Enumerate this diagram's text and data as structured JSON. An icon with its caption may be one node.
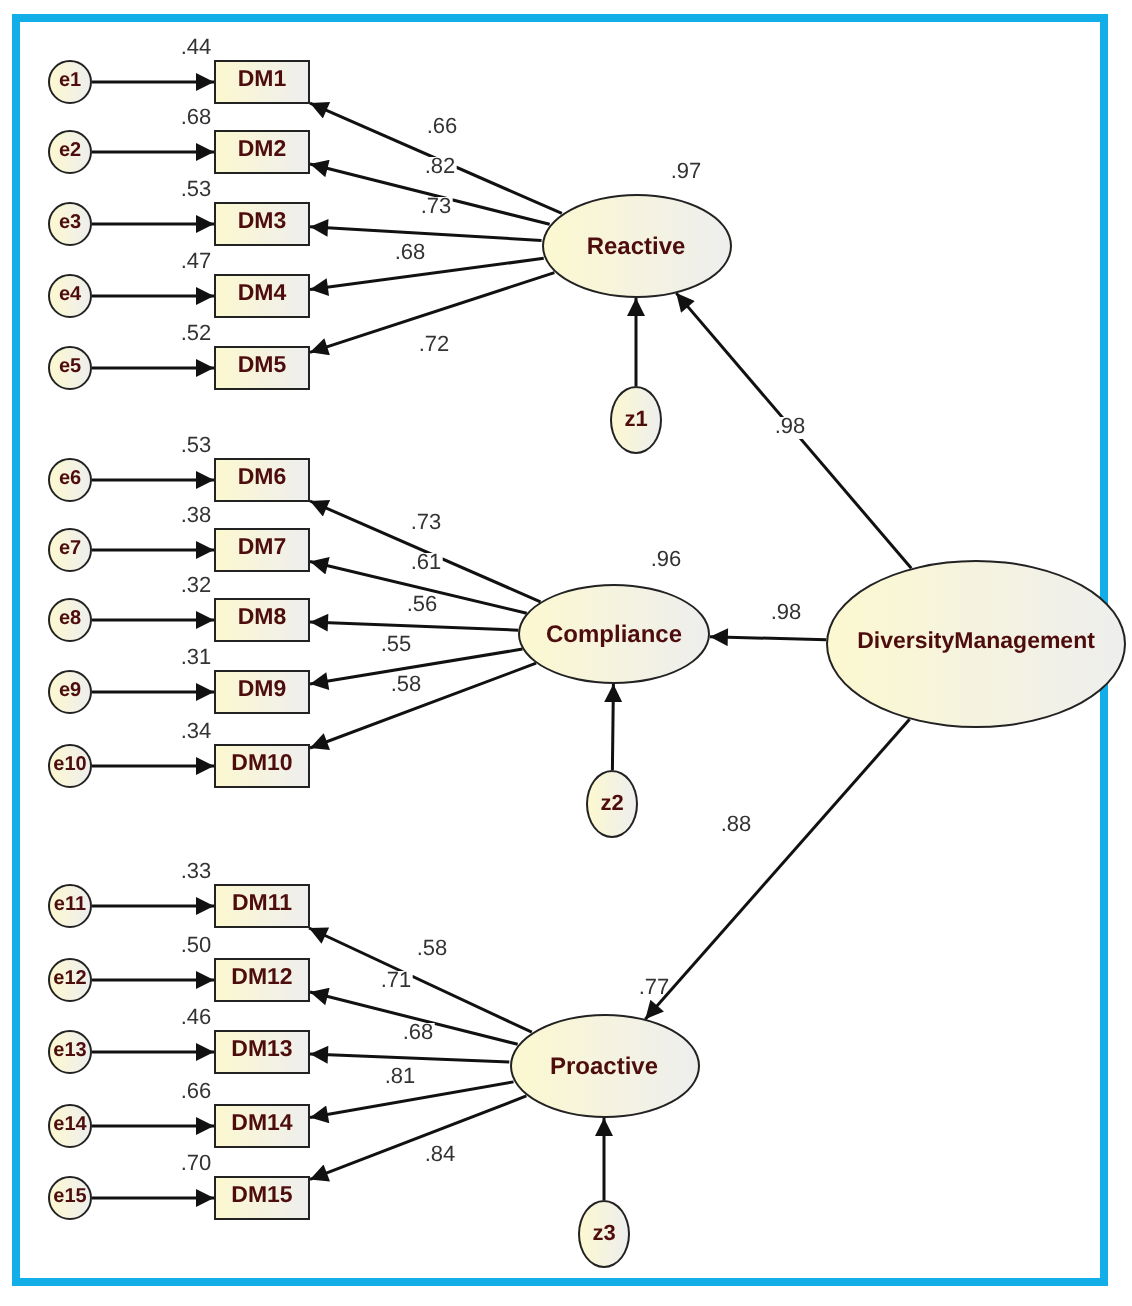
{
  "diagram": {
    "nodes": [
      {
        "text": [
          "e1"
        ]
      },
      {
        "text": [
          "e2"
        ]
      },
      {
        "text": [
          "e3"
        ]
      },
      {
        "text": [
          "e4"
        ]
      },
      {
        "text": [
          "e5"
        ]
      },
      {
        "text": [
          "e6"
        ]
      },
      {
        "text": [
          "e7"
        ]
      },
      {
        "text": [
          "e8"
        ]
      },
      {
        "text": [
          "e9"
        ]
      },
      {
        "text": [
          "e10"
        ]
      },
      {
        "text": [
          "e11"
        ]
      },
      {
        "text": [
          "e12"
        ]
      },
      {
        "text": [
          "e13"
        ]
      },
      {
        "text": [
          "e14"
        ]
      },
      {
        "text": [
          "e15"
        ]
      },
      {
        "text": [
          "DM1"
        ],
        "beside": [
          ".44"
        ]
      },
      {
        "text": [
          "DM2"
        ],
        "beside": [
          ".68"
        ]
      },
      {
        "text": [
          "DM3"
        ],
        "beside": [
          ".53"
        ]
      },
      {
        "text": [
          "DM4"
        ],
        "beside": [
          ".47"
        ]
      },
      {
        "text": [
          "DM5"
        ],
        "beside": [
          ".52"
        ]
      },
      {
        "text": [
          "DM6"
        ],
        "beside": [
          ".53"
        ]
      },
      {
        "text": [
          "DM7"
        ],
        "beside": [
          ".38"
        ]
      },
      {
        "text": [
          "DM8"
        ],
        "beside": [
          ".32"
        ]
      },
      {
        "text": [
          "DM9"
        ],
        "beside": [
          ".31"
        ]
      },
      {
        "text": [
          "DM10"
        ],
        "beside": [
          ".34"
        ]
      },
      {
        "text": [
          "DM11"
        ],
        "beside": [
          ".33"
        ]
      },
      {
        "text": [
          "DM12"
        ],
        "beside": [
          ".50"
        ]
      },
      {
        "text": [
          "DM13"
        ],
        "beside": [
          ".46"
        ]
      },
      {
        "text": [
          "DM14"
        ],
        "beside": [
          ".66"
        ]
      },
      {
        "text": [
          "DM15"
        ],
        "beside": [
          ".70"
        ]
      },
      {
        "text": [
          "Reactive"
        ],
        "beside": [
          ".97"
        ]
      },
      {
        "text": [
          "Compliance"
        ],
        "beside": [
          ".96"
        ]
      },
      {
        "text": [
          "Proactive"
        ],
        "beside": [
          ".77"
        ]
      },
      {
        "text": [
          "z1"
        ]
      },
      {
        "text": [
          "z2"
        ]
      },
      {
        "text": [
          "z3"
        ]
      },
      {
        "text": [
          "DiversityManagement"
        ]
      }
    ],
    "edges": [
      {
        "from": 0,
        "to": 15,
        "arrow": "to"
      },
      {
        "from": 1,
        "to": 16,
        "arrow": "to"
      },
      {
        "from": 2,
        "to": 17,
        "arrow": "to"
      },
      {
        "from": 3,
        "to": 18,
        "arrow": "to"
      },
      {
        "from": 4,
        "to": 19,
        "arrow": "to"
      },
      {
        "from": 5,
        "to": 20,
        "arrow": "to"
      },
      {
        "from": 6,
        "to": 21,
        "arrow": "to"
      },
      {
        "from": 7,
        "to": 22,
        "arrow": "to"
      },
      {
        "from": 8,
        "to": 23,
        "arrow": "to"
      },
      {
        "from": 9,
        "to": 24,
        "arrow": "to"
      },
      {
        "from": 10,
        "to": 25,
        "arrow": "to"
      },
      {
        "from": 11,
        "to": 26,
        "arrow": "to"
      },
      {
        "from": 12,
        "to": 27,
        "arrow": "to"
      },
      {
        "from": 13,
        "to": 28,
        "arrow": "to"
      },
      {
        "from": 14,
        "to": 29,
        "arrow": "to"
      },
      {
        "from": 30,
        "to": 15,
        "arrow": "to",
        "label": ".66"
      },
      {
        "from": 30,
        "to": 16,
        "arrow": "to",
        "label": ".82"
      },
      {
        "from": 30,
        "to": 17,
        "arrow": "to",
        "label": ".73"
      },
      {
        "from": 30,
        "to": 18,
        "arrow": "to",
        "label": ".68"
      },
      {
        "from": 30,
        "to": 19,
        "arrow": "to",
        "label": ".72"
      },
      {
        "from": 31,
        "to": 20,
        "arrow": "to",
        "label": ".73"
      },
      {
        "from": 31,
        "to": 21,
        "arrow": "to",
        "label": ".61"
      },
      {
        "from": 31,
        "to": 22,
        "arrow": "to",
        "label": ".56"
      },
      {
        "from": 31,
        "to": 23,
        "arrow": "to",
        "label": ".55"
      },
      {
        "from": 31,
        "to": 24,
        "arrow": "to",
        "label": ".58"
      },
      {
        "from": 32,
        "to": 25,
        "arrow": "to",
        "label": ".58"
      },
      {
        "from": 32,
        "to": 26,
        "arrow": "to",
        "label": ".71"
      },
      {
        "from": 32,
        "to": 27,
        "arrow": "to",
        "label": ".68"
      },
      {
        "from": 32,
        "to": 28,
        "arrow": "to",
        "label": ".81"
      },
      {
        "from": 32,
        "to": 29,
        "arrow": "to",
        "label": ".84"
      },
      {
        "from": 33,
        "to": 30,
        "arrow": "to"
      },
      {
        "from": 34,
        "to": 31,
        "arrow": "to"
      },
      {
        "from": 35,
        "to": 32,
        "arrow": "to"
      },
      {
        "from": 36,
        "to": 30,
        "arrow": "to",
        "label": ".98"
      },
      {
        "from": 36,
        "to": 31,
        "arrow": "to",
        "label": ".98"
      },
      {
        "from": 36,
        "to": 32,
        "arrow": "to",
        "label": ".88"
      }
    ]
  }
}
